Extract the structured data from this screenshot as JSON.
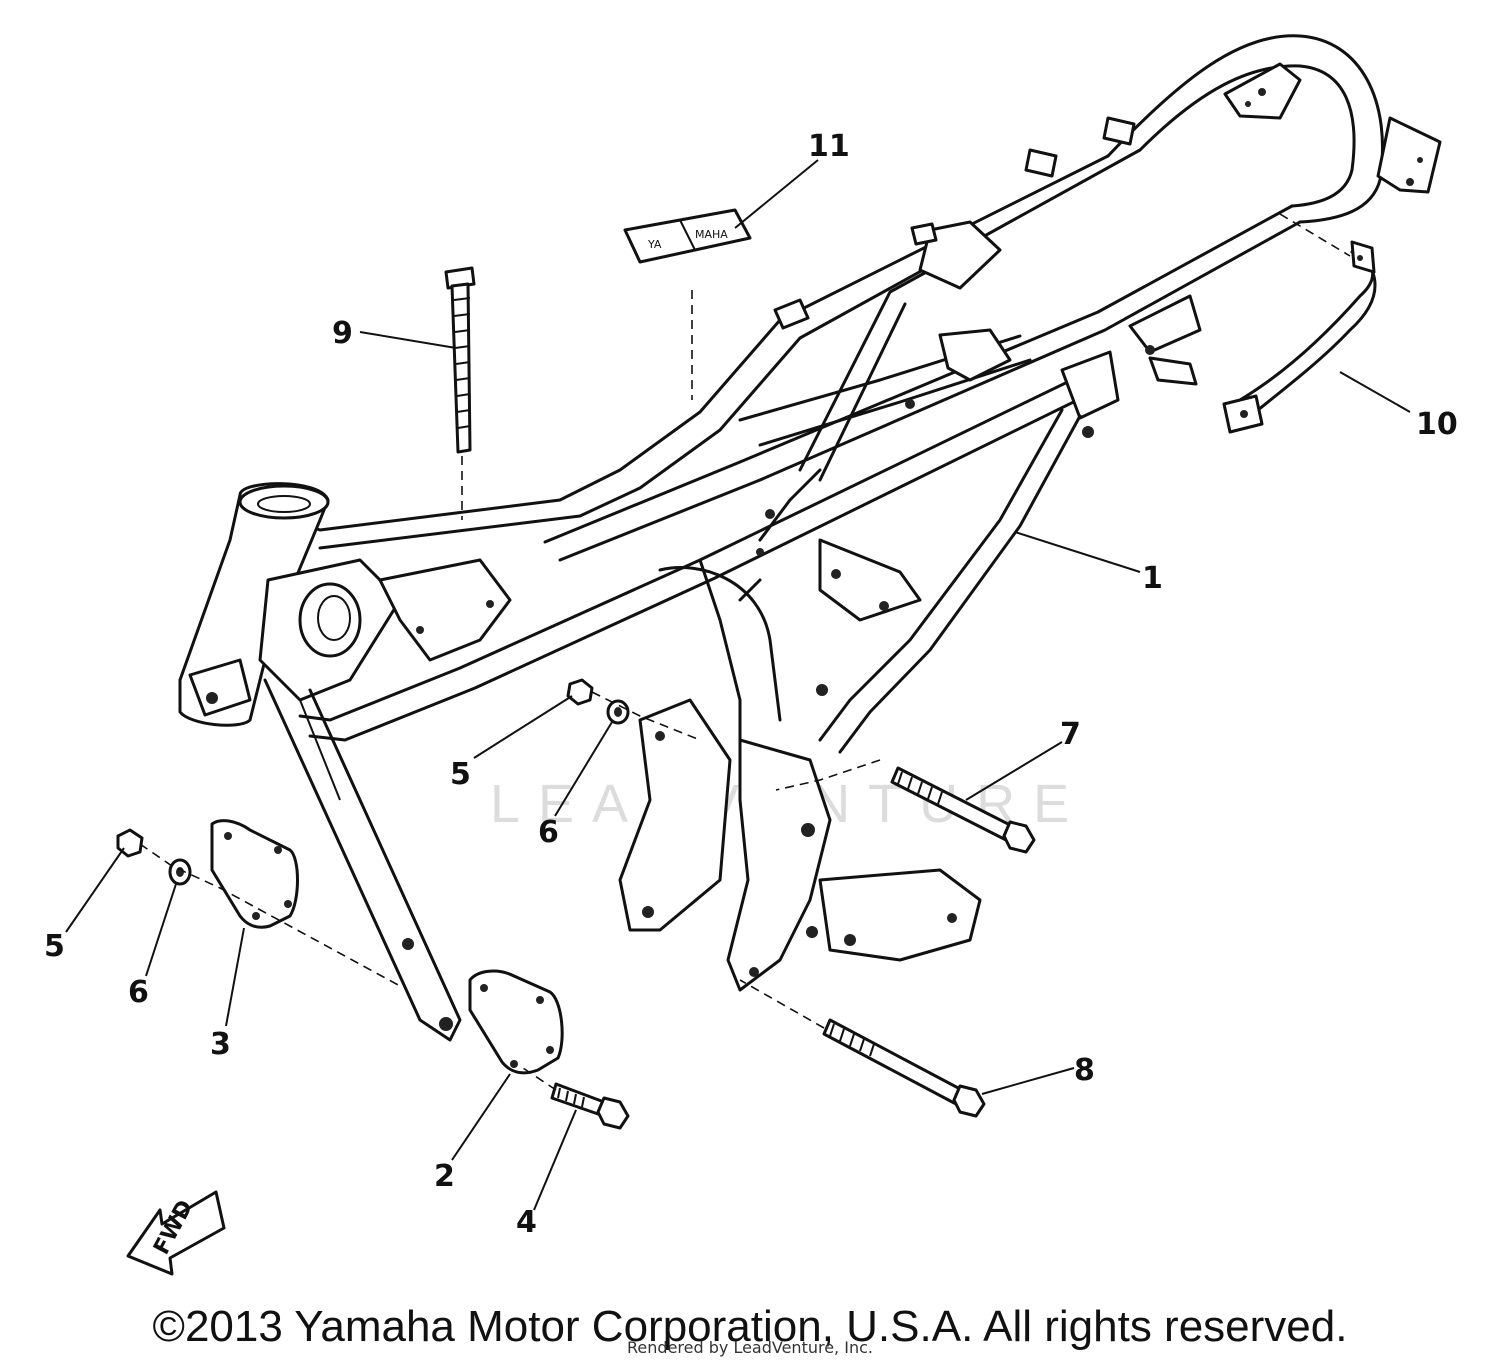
{
  "watermark": "LEADVENTURE",
  "callouts": [
    "11",
    "9",
    "10",
    "1",
    "7",
    "5",
    "6",
    "5",
    "6",
    "3",
    "2",
    "4",
    "8"
  ],
  "fwd_label": "FWD",
  "decal_text": [
    "YA",
    "MAHA"
  ],
  "copyright": "©2013 Yamaha Motor Corporation, U.S.A. All rights reserved.",
  "rendered_by": "Rendered by LeadVenture, Inc."
}
